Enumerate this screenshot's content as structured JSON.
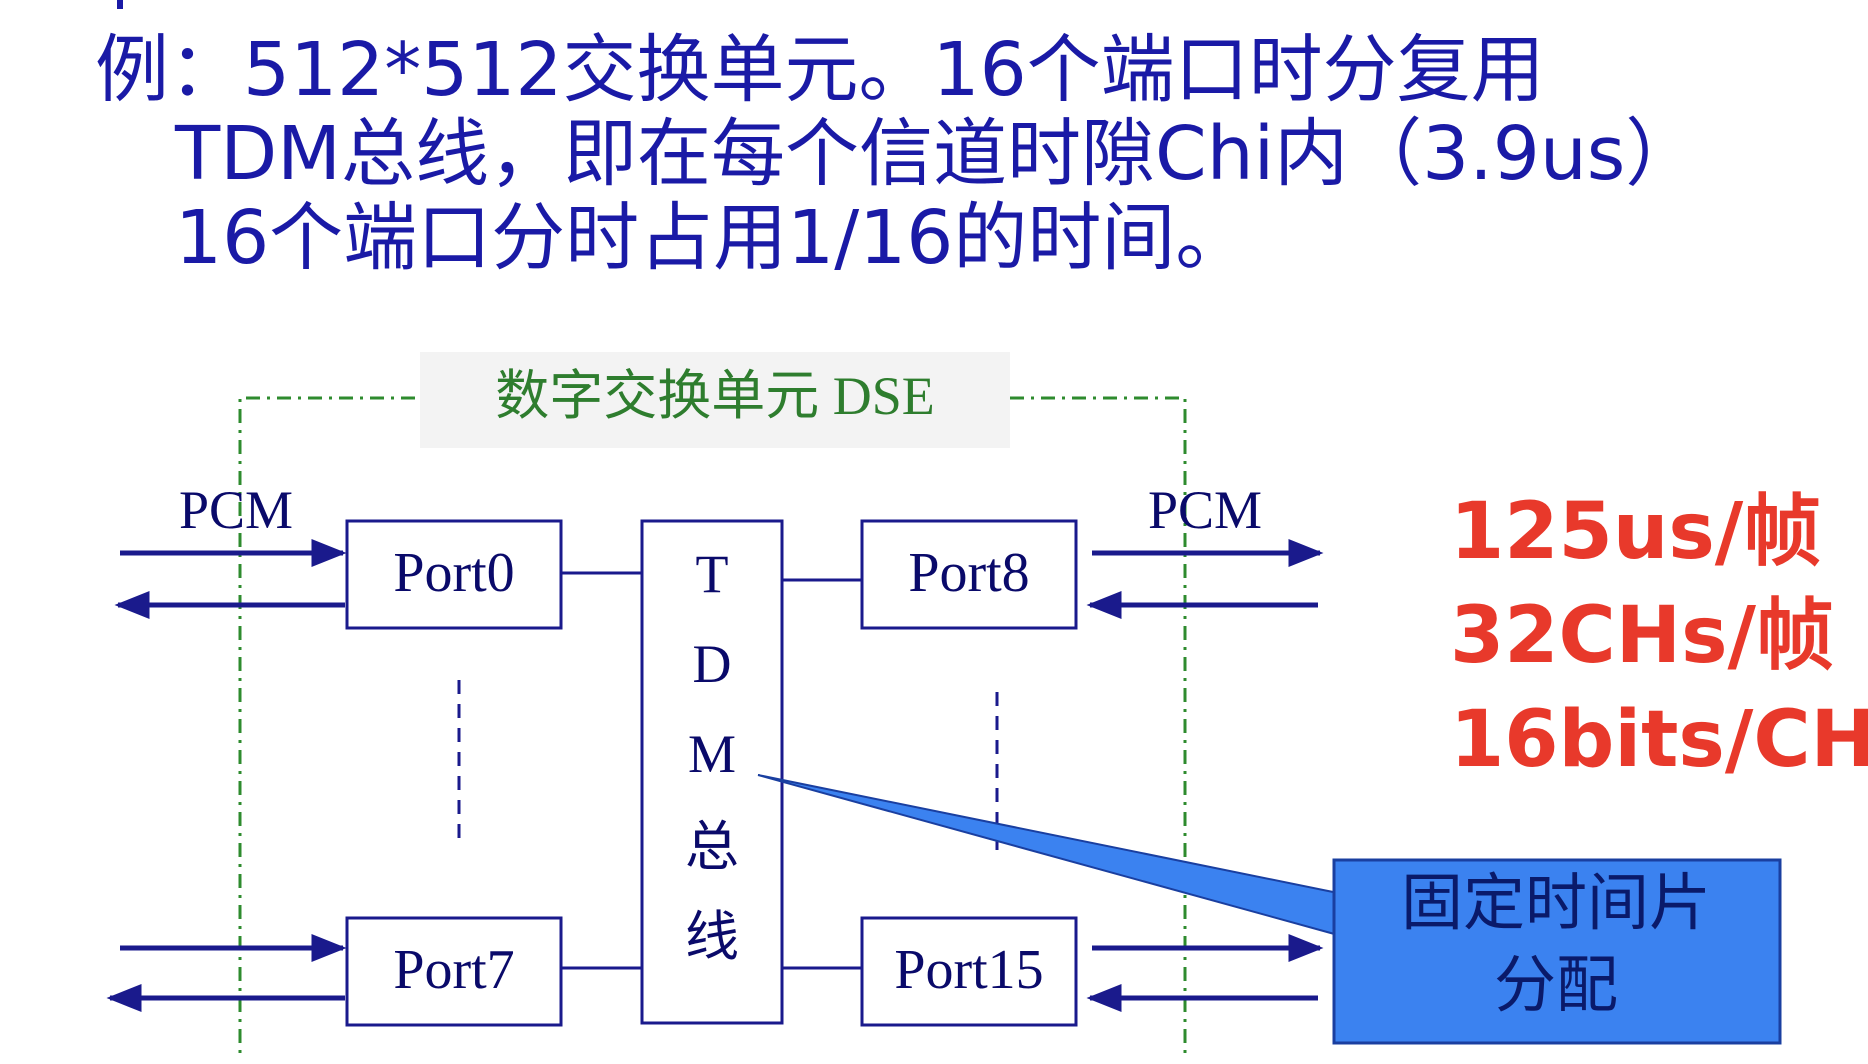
{
  "heading": {
    "line1": "例：512*512交换单元。16个端口时分复用",
    "line2": "TDM总线，即在每个信道时隙Chi内（3.9us）",
    "line3": "16个端口分时占用1/16的时间。"
  },
  "diagram": {
    "dse_label": "数字交换单元 DSE",
    "pcm_left": "PCM",
    "pcm_right": "PCM",
    "ports": {
      "p0": "Port0",
      "p7": "Port7",
      "p8": "Port8",
      "p15": "Port15"
    },
    "tdm_bus_chars": [
      "T",
      "D",
      "M",
      "总",
      "线"
    ]
  },
  "stats": {
    "frame_time": "125us/帧",
    "channels": "32CHs/帧",
    "bits": "16bits/CH"
  },
  "callout": {
    "text": "固定时间片\n分配"
  },
  "colors": {
    "heading": "#1a1aa6",
    "stats": "#e8392b",
    "arrows": "#1a1a8c",
    "dse_border": "#2e8b2e",
    "callout_fill": "#3b82f0"
  }
}
